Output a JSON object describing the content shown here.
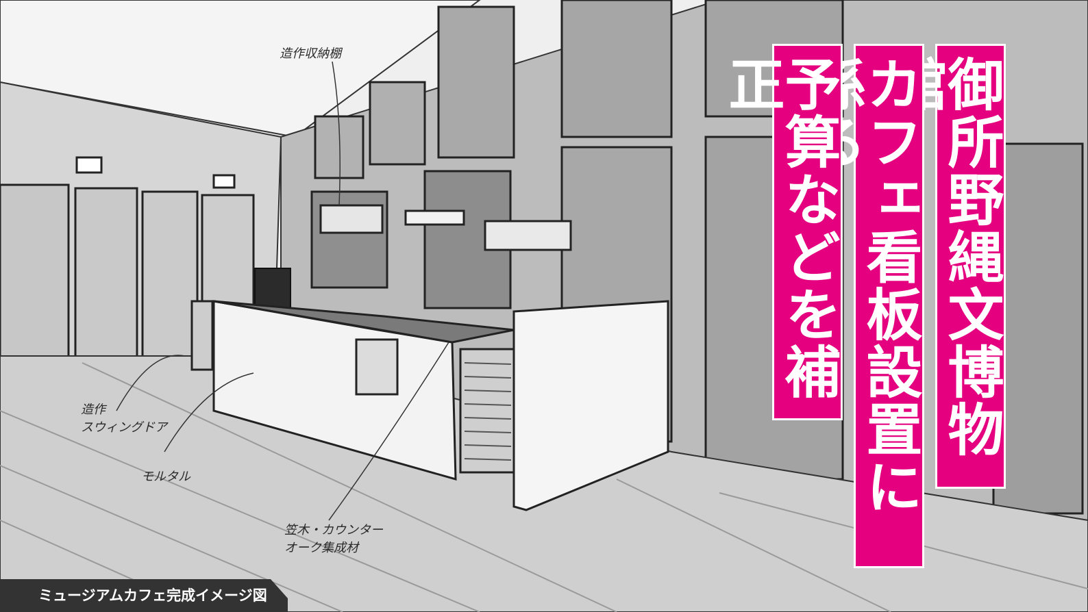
{
  "headline": {
    "line1": "御所野縄文博物館",
    "line2": "カフェ看板設置に係る",
    "line3": "予算などを補正"
  },
  "annotations": {
    "storage_shelf": "造作収納棚",
    "swing_door": "造作\nスウィングドア",
    "mortar": "モルタル",
    "counter": "笠木・カウンター\nオーク集成材"
  },
  "caption": "ミュージアムカフェ完成イメージ図",
  "colors": {
    "banner": "#e4007f",
    "caption_bg": "#333333"
  }
}
